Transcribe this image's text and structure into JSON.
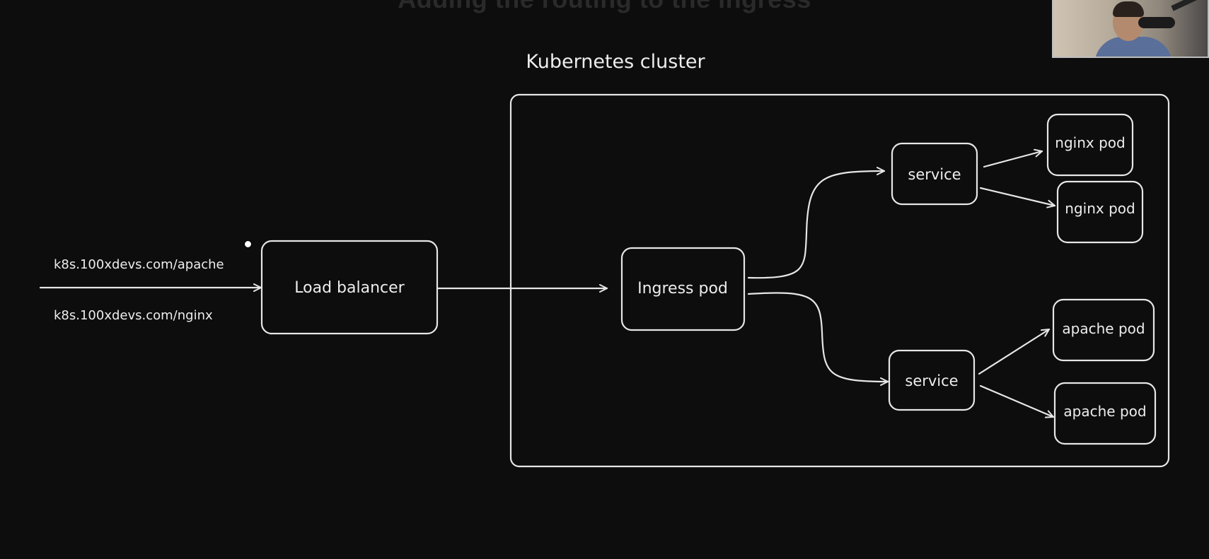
{
  "slide": {
    "title": "Adding the routing to the ingress"
  },
  "diagram": {
    "cluster_label": "Kubernetes cluster",
    "url_apache": "k8s.100xdevs.com/apache",
    "url_nginx": "k8s.100xdevs.com/nginx",
    "load_balancer": "Load balancer",
    "ingress_pod": "Ingress pod",
    "service_top": "service",
    "service_bottom": "service",
    "nginx_pod_1": "nginx pod",
    "nginx_pod_2": "nginx pod",
    "apache_pod_1": "apache pod",
    "apache_pod_2": "apache pod"
  },
  "colors": {
    "background": "#0d0d0d",
    "stroke": "#e6e6e6",
    "title": "#2a2a2a"
  },
  "icons": {
    "presenter": "webcam-feed",
    "pointer": "cursor-dot"
  }
}
